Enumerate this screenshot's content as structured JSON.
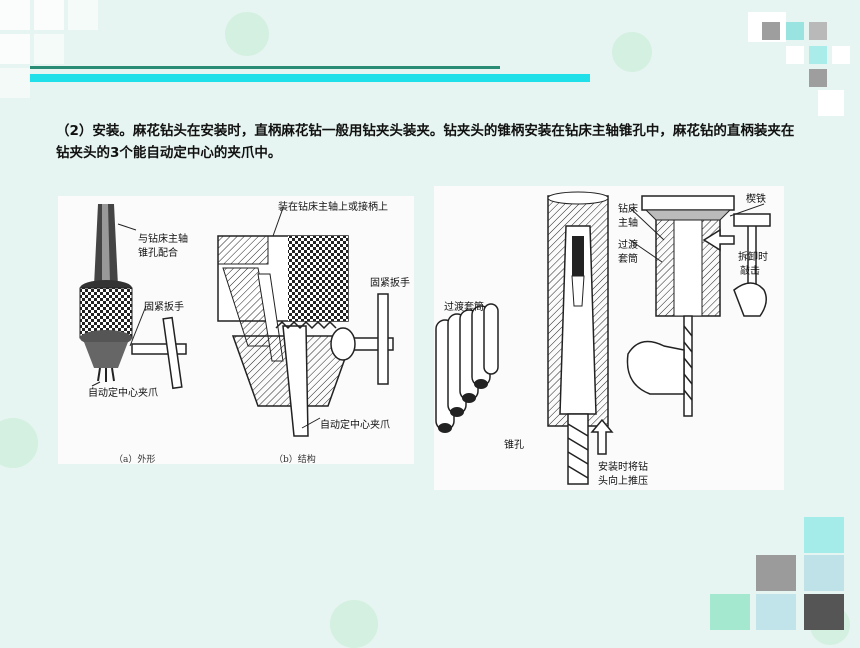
{
  "paragraph": "（2）安装。麻花钻头在安装时，直柄麻花钻一般用钻夹头装夹。钻夹头的锥柄安装在钻床主轴锥孔中，麻花钻的直柄装夹在钻夹头的3个能自动定中心的夹爪中。",
  "figure_left": {
    "label_taper": "与钻床主轴",
    "label_taper2": "锥孔配合",
    "label_wrench_a": "固紧扳手",
    "label_jaw_a": "自动定中心夹爪",
    "caption_a": "（a）外形",
    "label_top_b": "装在钻床主轴上或接柄上",
    "label_wrench_b": "固紧扳手",
    "label_jaw_b": "自动定中心夹爪",
    "caption_b": "（b）结构"
  },
  "figure_right": {
    "label_sleeve": "过渡套筒",
    "label_taper_hole": "锥孔",
    "label_spindle": "钻床",
    "label_spindle2": "主轴",
    "label_sleeve2": "过渡",
    "label_sleeve3": "套筒",
    "label_wedge": "楔铁",
    "label_remove": "拆卸时",
    "label_remove2": "敲击",
    "label_install": "安装时将钻",
    "label_install2": "头向上推压"
  },
  "colors": {
    "background": "#e6f5f1",
    "accent_line": "#2a8c74",
    "accent_bar": "#1fe0e8"
  }
}
